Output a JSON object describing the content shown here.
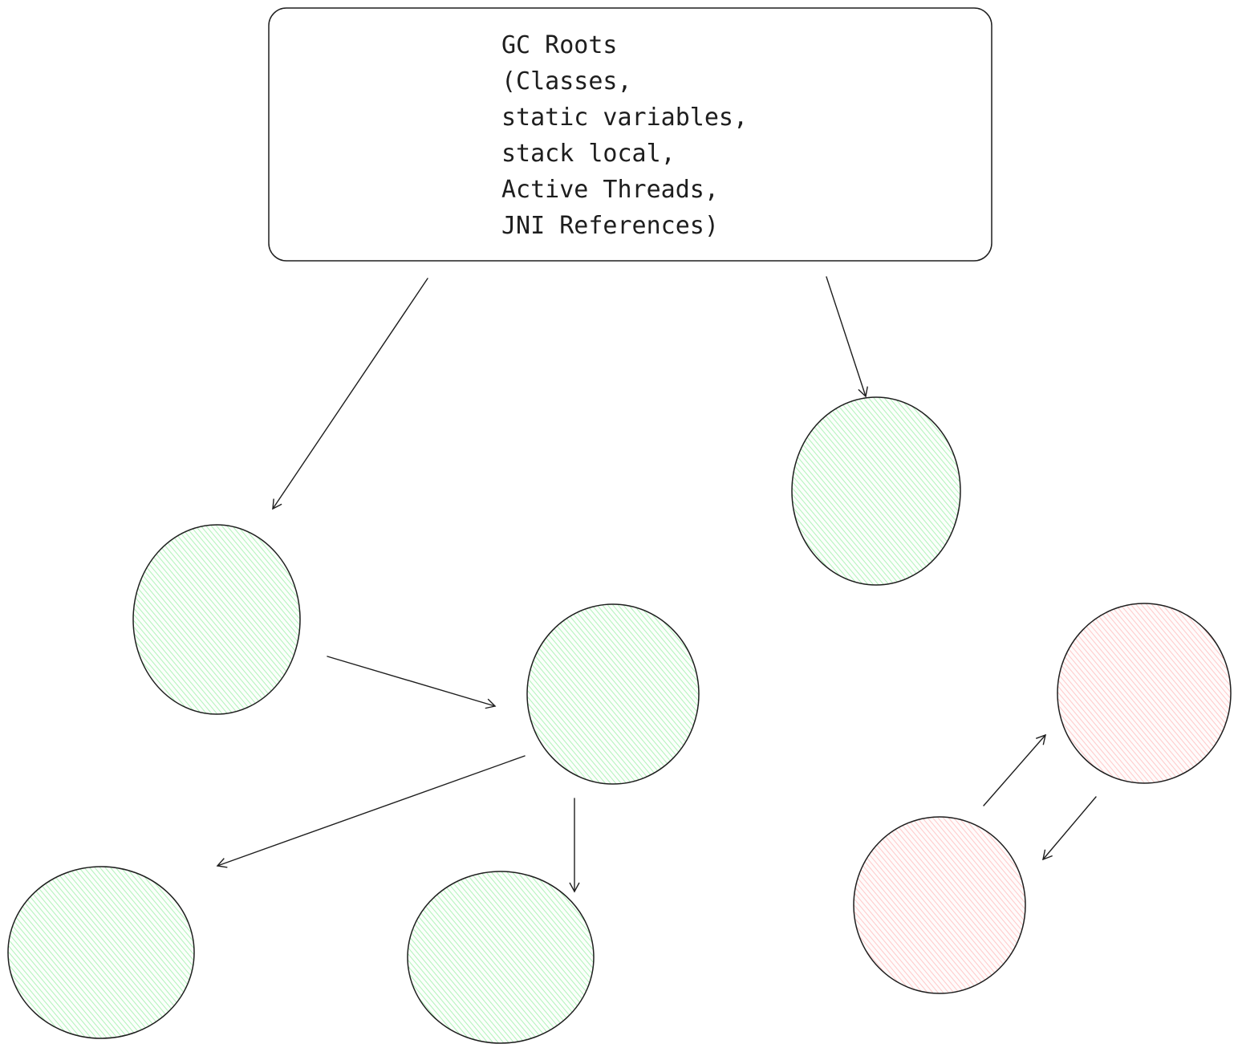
{
  "gc_roots_box": {
    "lines": [
      "GC Roots",
      "(Classes,",
      "static variables,",
      "stack local,",
      "Active Threads,",
      "JNI References)"
    ]
  },
  "colors": {
    "stroke": "#1e1e1e",
    "reachable_fill": "#b2f2bb",
    "unreachable_fill": "#ffc9c9"
  }
}
